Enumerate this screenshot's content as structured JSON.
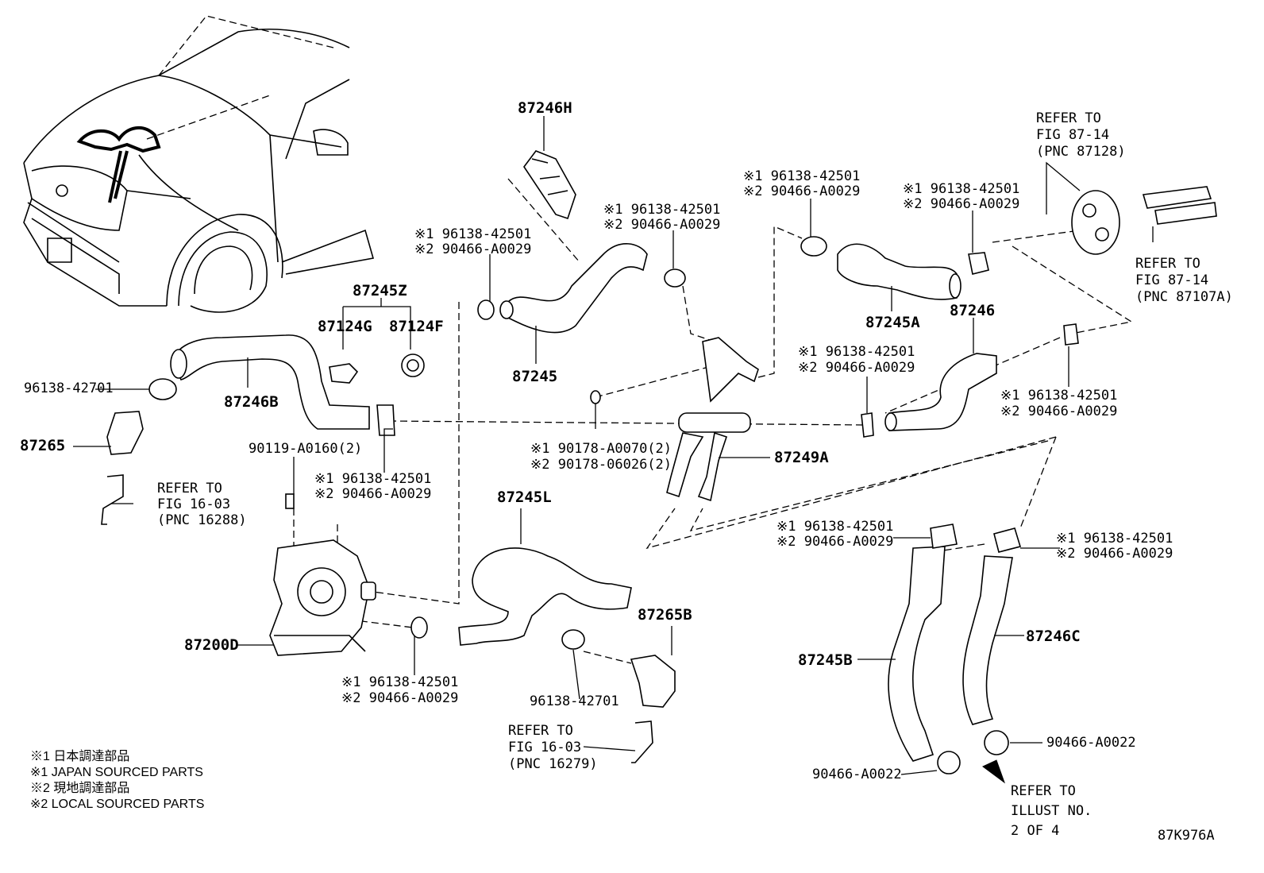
{
  "parts": {
    "p87246H": "87246H",
    "p87245Z": "87245Z",
    "p87124G": "87124G",
    "p87124F": "87124F",
    "p87246B": "87246B",
    "p87245": "87245",
    "p87245A": "87245A",
    "p87246": "87246",
    "p87249A": "87249A",
    "p87265": "87265",
    "p87200D": "87200D",
    "p87245L": "87245L",
    "p87265B": "87265B",
    "p87245B": "87245B",
    "p87246C": "87246C",
    "c96138_42701_a": "96138-42701",
    "c96138_42701_b": "96138-42701",
    "c90119": "90119-A0160(2)",
    "c90466_A0022_a": "90466-A0022",
    "c90466_A0022_b": "90466-A0022"
  },
  "clips": {
    "j1": "※1 96138-42501",
    "j2": "※2 90466-A0029",
    "g1": "※1 90178-A0070(2)",
    "g2": "※2 90178-06026(2)"
  },
  "refs": {
    "ref_to": "REFER TO",
    "fig_16_03": "FIG 16-03",
    "pnc_16288": "(PNC 16288)",
    "pnc_16279": "(PNC 16279)",
    "fig_87_14": "FIG 87-14",
    "pnc_87128": "(PNC 87128)",
    "pnc_87107A": "(PNC 87107A)",
    "illust_1": "ILLUST NO.",
    "illust_2": "2 OF 4"
  },
  "legend": {
    "l1": "※1 日本調達部品",
    "l2": "※1 JAPAN SOURCED PARTS",
    "l3": "※2 現地調達部品",
    "l4": "※2 LOCAL SOURCED PARTS"
  },
  "figure_id": "87K976A"
}
